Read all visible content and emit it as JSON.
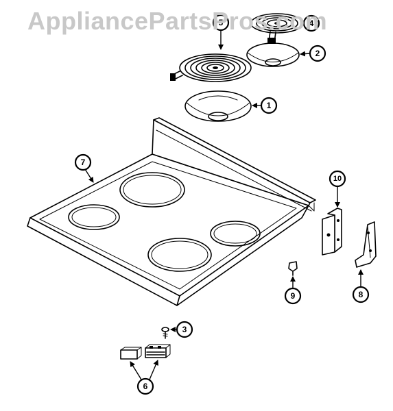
{
  "watermark": "AppliancePartsPros.com",
  "callouts": [
    {
      "id": "c1",
      "label": "1"
    },
    {
      "id": "c2",
      "label": "2"
    },
    {
      "id": "c3",
      "label": "3"
    },
    {
      "id": "c4",
      "label": "4"
    },
    {
      "id": "c5",
      "label": "5"
    },
    {
      "id": "c6",
      "label": "6"
    },
    {
      "id": "c7",
      "label": "7"
    },
    {
      "id": "c8",
      "label": "8"
    },
    {
      "id": "c9",
      "label": "9"
    },
    {
      "id": "c10",
      "label": "10"
    }
  ]
}
